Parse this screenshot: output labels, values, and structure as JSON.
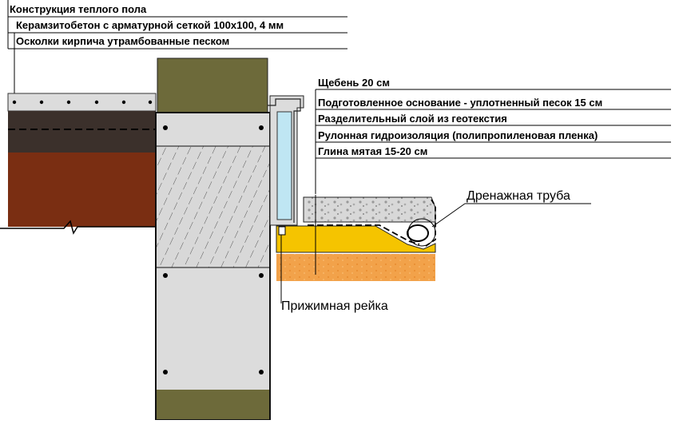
{
  "left_labels": [
    "Конструкция теплого пола",
    "Керамзитобетон с арматурной сеткой 100х100, 4 мм",
    "Осколки кирпича утрамбованные  песком"
  ],
  "right_labels": [
    "Щебень 20 см",
    "Подготовленное основание - уплотненный песок 15 см",
    "Разделительный слой из геотекстия",
    "Рулонная гидроизоляция (полипропиленовая пленка)",
    "Глина мятая 15-20 см"
  ],
  "callouts": {
    "drain_pipe": "Дренажная труба",
    "clamp_strip": "Прижимная рейка"
  },
  "colors": {
    "concrete": "#dcdcdc",
    "dark_layer": "#3b302b",
    "brick_layer": "#7a2e12",
    "green_block": "#6d6a3a",
    "blue_insulation": "#bfe6f3",
    "gravel": "#d9d9d9",
    "sand_yellow": "#f5c400",
    "clay_orange": "#f2a24a"
  }
}
